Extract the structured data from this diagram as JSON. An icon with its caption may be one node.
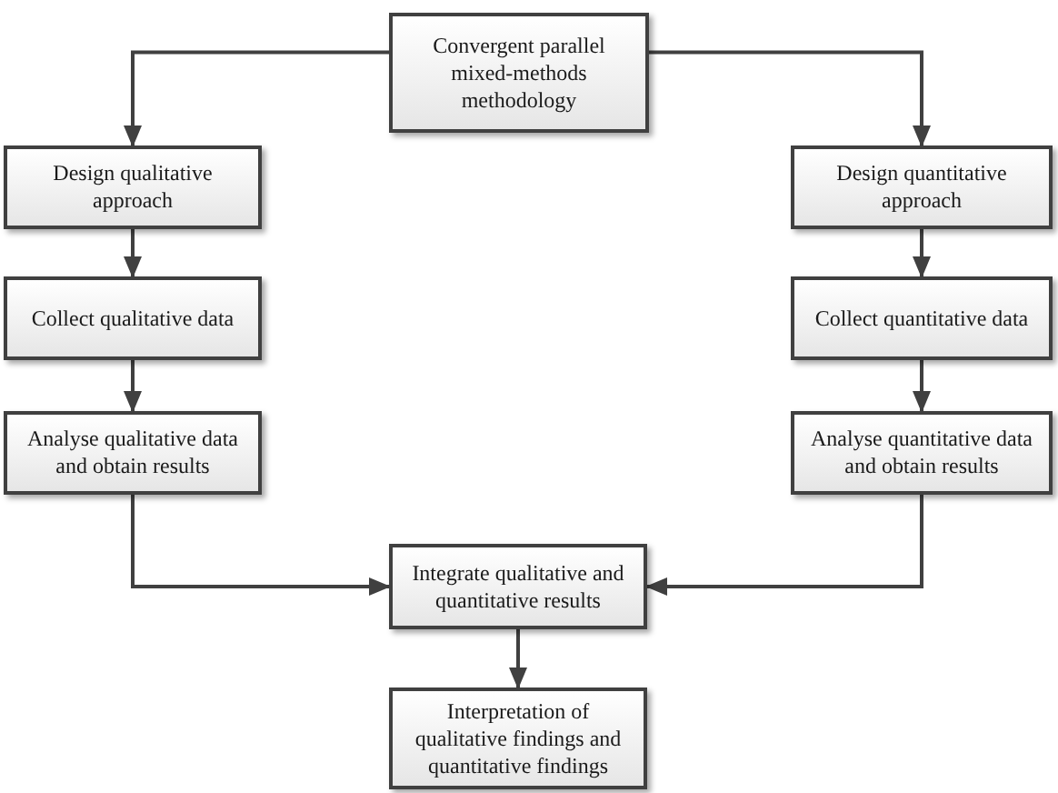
{
  "diagram": {
    "nodes": [
      {
        "text": [
          "Convergent parallel mixed-methods methodology"
        ]
      },
      {
        "text": [
          "Design qualitative approach"
        ]
      },
      {
        "text": [
          "Collect qualitative data"
        ]
      },
      {
        "text": [
          "Analyse qualitative data and obtain results"
        ]
      },
      {
        "text": [
          "Design quantitative approach"
        ]
      },
      {
        "text": [
          "Collect quantitative data"
        ]
      },
      {
        "text": [
          "Analyse quantitative data and obtain results"
        ]
      },
      {
        "text": [
          "Integrate qualitative and quantitative results"
        ]
      },
      {
        "text": [
          "Interpretation of qualitative findings and quantitative findings"
        ]
      }
    ],
    "edges": [
      {
        "from": 0,
        "to": 1,
        "arrow": "to"
      },
      {
        "from": 1,
        "to": 2,
        "arrow": "to"
      },
      {
        "from": 2,
        "to": 3,
        "arrow": "to"
      },
      {
        "from": 0,
        "to": 4,
        "arrow": "to"
      },
      {
        "from": 4,
        "to": 5,
        "arrow": "to"
      },
      {
        "from": 5,
        "to": 6,
        "arrow": "to"
      },
      {
        "from": 3,
        "to": 7,
        "arrow": "to"
      },
      {
        "from": 6,
        "to": 7,
        "arrow": "to"
      },
      {
        "from": 7,
        "to": 8,
        "arrow": "to"
      }
    ]
  }
}
